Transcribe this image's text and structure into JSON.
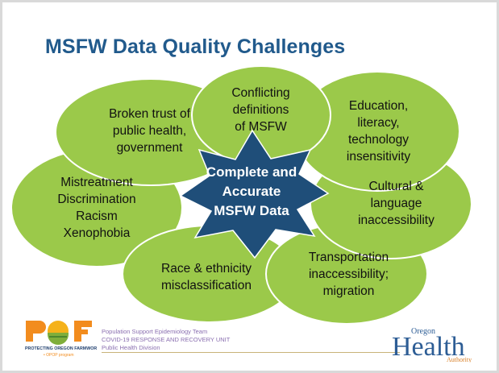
{
  "slide": {
    "title": "MSFW Data Quality Challenges"
  },
  "diagram": {
    "center": {
      "lines": [
        "Complete and",
        "Accurate",
        "MSFW Data"
      ]
    },
    "petals": [
      {
        "id": "trust",
        "lines": [
          "Broken trust of",
          "public health,",
          "government"
        ]
      },
      {
        "id": "definitions",
        "lines": [
          "Conflicting",
          "definitions",
          "of MSFW"
        ]
      },
      {
        "id": "education",
        "lines": [
          "Education,",
          "literacy,",
          "technology",
          "insensitivity"
        ]
      },
      {
        "id": "mistreatment",
        "lines": [
          "Mistreatment",
          "Discrimination",
          "Racism",
          "Xenophobia"
        ]
      },
      {
        "id": "cultural",
        "lines": [
          "Cultural &",
          "language",
          "inaccessibility"
        ]
      },
      {
        "id": "race",
        "lines": [
          "Race & ethnicity",
          "misclassification"
        ]
      },
      {
        "id": "transportation",
        "lines": [
          "Transportation",
          "inaccessibility;",
          "migration"
        ]
      }
    ],
    "colors": {
      "petal": "#9bc94a",
      "petal_stroke": "#ffffff",
      "center": "#1f4e79",
      "title": "#215a8c"
    }
  },
  "footer": {
    "lines": [
      "Population Support Epidemiology Team",
      "COVID-19 RESPONSE AND RECOVERY UNIT",
      "Public Health Division"
    ],
    "left_logo": {
      "text": "POF",
      "subtitle": "PROTECTING OREGON FARMWORKERS",
      "sub2": "• OPOP program"
    },
    "right_logo": {
      "word": "Health",
      "top": "Oregon",
      "bottom": "Authority"
    }
  }
}
